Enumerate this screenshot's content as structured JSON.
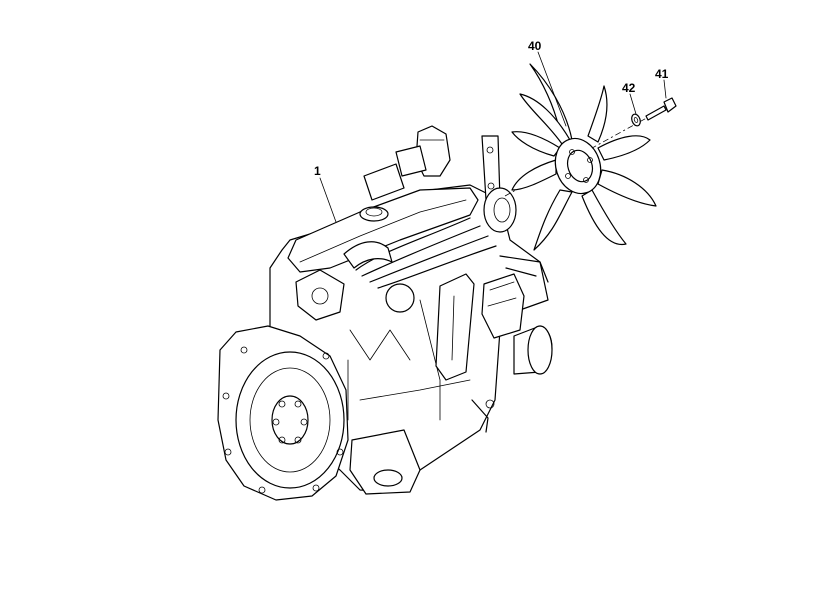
{
  "callouts": {
    "engine": "1",
    "fan": "40",
    "bolt": "41",
    "washer": "42"
  },
  "colors": {
    "line": "#000000",
    "background": "#ffffff"
  }
}
